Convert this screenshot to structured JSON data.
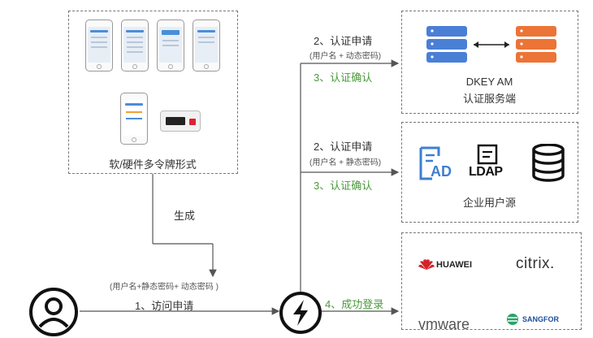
{
  "token_box": {
    "caption": "软/硬件多令牌形式"
  },
  "am_box": {
    "name": "DKEY AM",
    "caption": "认证服务端"
  },
  "ldap_box": {
    "ad_text": "AD",
    "ldap_text": "LDAP",
    "caption": "企业用户源"
  },
  "vendors": {
    "huawei": "HUAWEI",
    "citrix": "citrix.",
    "vmware": "vmware",
    "sangfor": "SANGFOR"
  },
  "flow": {
    "generate": "生成",
    "creds_note": "(用户名+静态密码+ 动态密码 )",
    "step1": "1、访问申请",
    "step4": "4、成功登录",
    "am_step2": "2、认证申请",
    "am_step2_note": "(用户名 + 动态密码)",
    "am_step3": "3、认证确认",
    "ldap_step2": "2、认证申请",
    "ldap_step2_note": "(用户名 + 静态密码)",
    "ldap_step3": "3、认证确认"
  },
  "colors": {
    "blue": "#4a7fd6",
    "orange": "#ec7436",
    "green": "#4a9a3c",
    "huawei_red": "#d2232a",
    "dark": "#1a1a1a"
  }
}
